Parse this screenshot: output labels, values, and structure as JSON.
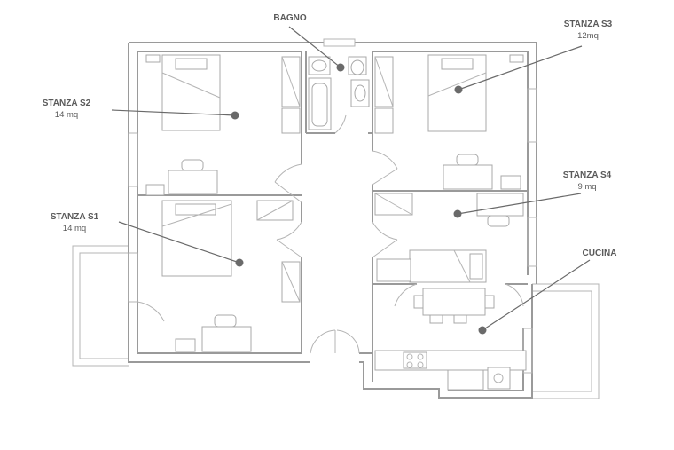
{
  "rooms": {
    "bagno": {
      "title": "BAGNO"
    },
    "s3": {
      "title": "STANZA S3",
      "area": "12mq"
    },
    "s2": {
      "title": "STANZA S2",
      "area": "14 mq"
    },
    "s4": {
      "title": "STANZA S4",
      "area": "9 mq"
    },
    "s1": {
      "title": "STANZA S1",
      "area": "14 mq"
    },
    "cucina": {
      "title": "CUCINA"
    }
  },
  "colors": {
    "wall": "#9a9a9a",
    "furniture": "#a8a8a8",
    "leader": "#6a6a6a",
    "label": "#5a5a5a",
    "background": "#ffffff"
  }
}
